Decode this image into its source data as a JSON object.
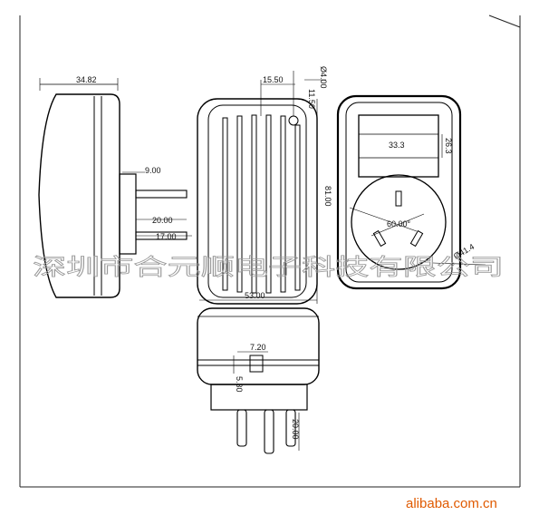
{
  "dimensions": {
    "side_width": "34.82",
    "prong_offset": "9.00",
    "prong_length": "20.00",
    "prong_gap": "17.00",
    "hole_offset": "15.50",
    "hole_margin": "11.50",
    "hole_diameter": "Ø4.00",
    "height": "81.00",
    "display_width": "33.3",
    "display_height": "26.3",
    "socket_angle": "60.00°",
    "socket_diameter": "Ø41.4",
    "bottom_width": "53.00",
    "slot_width": "7.20",
    "slot_depth": "5.30",
    "bottom_prong_length": "20.00"
  },
  "watermark": {
    "company": "深圳市合元顺电子科技有限公司",
    "site": "alibaba.com.cn"
  },
  "colors": {
    "line": "#000000",
    "watermark": "#9a9a9a",
    "brand": "#e05a00"
  }
}
